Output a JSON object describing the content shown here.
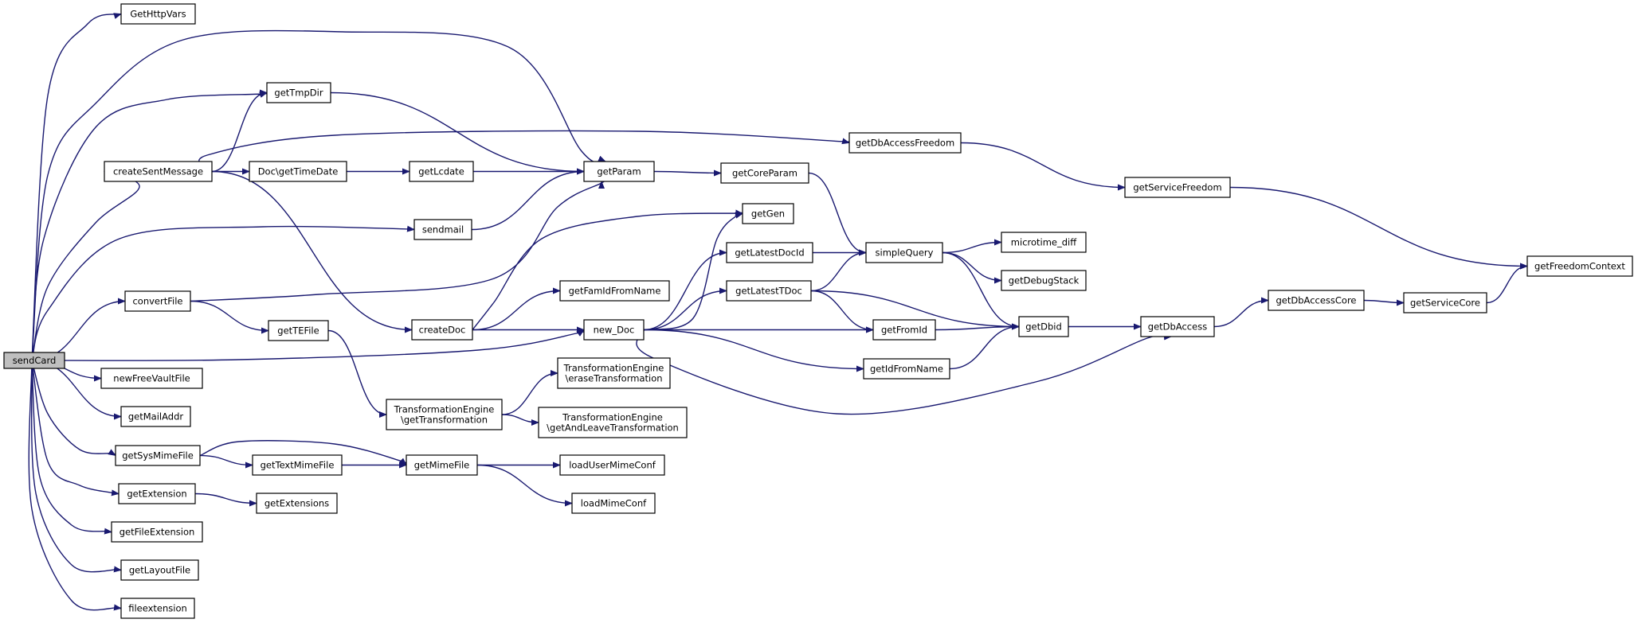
{
  "colors": {
    "edge": "#191970",
    "node_border": "#000000",
    "root_fill": "#bfbfbf",
    "node_fill": "#ffffff"
  },
  "nodes": {
    "sendCard": [
      "sendCard"
    ],
    "getHttpVars": [
      "GetHttpVars"
    ],
    "getTmpDir": [
      "getTmpDir"
    ],
    "createSentMessage": [
      "createSentMessage"
    ],
    "docGetTimeDate": [
      "Doc\\getTimeDate"
    ],
    "getLcdate": [
      "getLcdate"
    ],
    "getParam": [
      "getParam"
    ],
    "getCoreParam": [
      "getCoreParam"
    ],
    "getDbAccessFreedom": [
      "getDbAccessFreedom"
    ],
    "getServiceFreedom": [
      "getServiceFreedom"
    ],
    "getFreedomContext": [
      "getFreedomContext"
    ],
    "sendmail": [
      "sendmail"
    ],
    "getGen": [
      "getGen"
    ],
    "getLatestDocId": [
      "getLatestDocId"
    ],
    "simpleQuery": [
      "simpleQuery"
    ],
    "microtimeDiff": [
      "microtime_diff"
    ],
    "getDebugStack": [
      "getDebugStack"
    ],
    "convertFile": [
      "convertFile"
    ],
    "getFamIdFromName": [
      "getFamIdFromName"
    ],
    "getLatestTDoc": [
      "getLatestTDoc"
    ],
    "getDbAccessCore": [
      "getDbAccessCore"
    ],
    "getServiceCore": [
      "getServiceCore"
    ],
    "getTEFile": [
      "getTEFile"
    ],
    "createDoc": [
      "createDoc"
    ],
    "newDoc": [
      "new_Doc"
    ],
    "getFromId": [
      "getFromId"
    ],
    "getDbid": [
      "getDbid"
    ],
    "getDbAccess": [
      "getDbAccess"
    ],
    "getIdFromName": [
      "getIdFromName"
    ],
    "newFreeVaultFile": [
      "newFreeVaultFile"
    ],
    "teEraseTransformation": [
      "TransformationEngine",
      "\\eraseTransformation"
    ],
    "getMailAddr": [
      "getMailAddr"
    ],
    "teGetTransformation": [
      "TransformationEngine",
      "\\getTransformation"
    ],
    "teGetAndLeaveTransformation": [
      "TransformationEngine",
      "\\getAndLeaveTransformation"
    ],
    "getSysMimeFile": [
      "getSysMimeFile"
    ],
    "getTextMimeFile": [
      "getTextMimeFile"
    ],
    "getMimeFile": [
      "getMimeFile"
    ],
    "loadUserMimeConf": [
      "loadUserMimeConf"
    ],
    "getExtension": [
      "getExtension"
    ],
    "getExtensions": [
      "getExtensions"
    ],
    "loadMimeConf": [
      "loadMimeConf"
    ],
    "getFileExtension": [
      "getFileExtension"
    ],
    "getLayoutFile": [
      "getLayoutFile"
    ],
    "fileextension": [
      "fileextension"
    ]
  },
  "edges": [
    [
      "sendCard",
      "getHttpVars"
    ],
    [
      "sendCard",
      "getParam"
    ],
    [
      "sendCard",
      "getTmpDir"
    ],
    [
      "sendCard",
      "createSentMessage"
    ],
    [
      "sendCard",
      "sendmail"
    ],
    [
      "sendCard",
      "convertFile"
    ],
    [
      "sendCard",
      "newDoc"
    ],
    [
      "sendCard",
      "newFreeVaultFile"
    ],
    [
      "sendCard",
      "getMailAddr"
    ],
    [
      "sendCard",
      "getSysMimeFile"
    ],
    [
      "sendCard",
      "getExtension"
    ],
    [
      "sendCard",
      "getFileExtension"
    ],
    [
      "sendCard",
      "getLayoutFile"
    ],
    [
      "sendCard",
      "fileextension"
    ],
    [
      "createSentMessage",
      "getTmpDir"
    ],
    [
      "createSentMessage",
      "getDbAccessFreedom"
    ],
    [
      "createSentMessage",
      "docGetTimeDate"
    ],
    [
      "createSentMessage",
      "createDoc"
    ],
    [
      "getTmpDir",
      "getParam"
    ],
    [
      "docGetTimeDate",
      "getLcdate"
    ],
    [
      "getLcdate",
      "getParam"
    ],
    [
      "sendmail",
      "getParam"
    ],
    [
      "convertFile",
      "getParam"
    ],
    [
      "convertFile",
      "getTEFile"
    ],
    [
      "getParam",
      "getCoreParam"
    ],
    [
      "getCoreParam",
      "simpleQuery"
    ],
    [
      "getDbAccessFreedom",
      "getServiceFreedom"
    ],
    [
      "getServiceFreedom",
      "getFreedomContext"
    ],
    [
      "createDoc",
      "getGen"
    ],
    [
      "createDoc",
      "getFamIdFromName"
    ],
    [
      "createDoc",
      "newDoc"
    ],
    [
      "newDoc",
      "getGen"
    ],
    [
      "newDoc",
      "getLatestDocId"
    ],
    [
      "newDoc",
      "getLatestTDoc"
    ],
    [
      "newDoc",
      "getFromId"
    ],
    [
      "newDoc",
      "getIdFromName"
    ],
    [
      "newDoc",
      "getDbAccess"
    ],
    [
      "getLatestDocId",
      "simpleQuery"
    ],
    [
      "getLatestTDoc",
      "simpleQuery"
    ],
    [
      "getLatestTDoc",
      "getFromId"
    ],
    [
      "getLatestTDoc",
      "getDbid"
    ],
    [
      "simpleQuery",
      "microtimeDiff"
    ],
    [
      "simpleQuery",
      "getDebugStack"
    ],
    [
      "simpleQuery",
      "getDbid"
    ],
    [
      "getFromId",
      "getDbid"
    ],
    [
      "getIdFromName",
      "getDbid"
    ],
    [
      "getDbid",
      "getDbAccess"
    ],
    [
      "getDbAccess",
      "getDbAccessCore"
    ],
    [
      "getDbAccessCore",
      "getServiceCore"
    ],
    [
      "getServiceCore",
      "getFreedomContext"
    ],
    [
      "getTEFile",
      "teGetTransformation"
    ],
    [
      "teGetTransformation",
      "teEraseTransformation"
    ],
    [
      "teGetTransformation",
      "teGetAndLeaveTransformation"
    ],
    [
      "getSysMimeFile",
      "getMimeFile"
    ],
    [
      "getSysMimeFile",
      "getTextMimeFile"
    ],
    [
      "getTextMimeFile",
      "getMimeFile"
    ],
    [
      "getMimeFile",
      "loadUserMimeConf"
    ],
    [
      "getMimeFile",
      "loadMimeConf"
    ],
    [
      "getExtension",
      "getExtensions"
    ]
  ]
}
